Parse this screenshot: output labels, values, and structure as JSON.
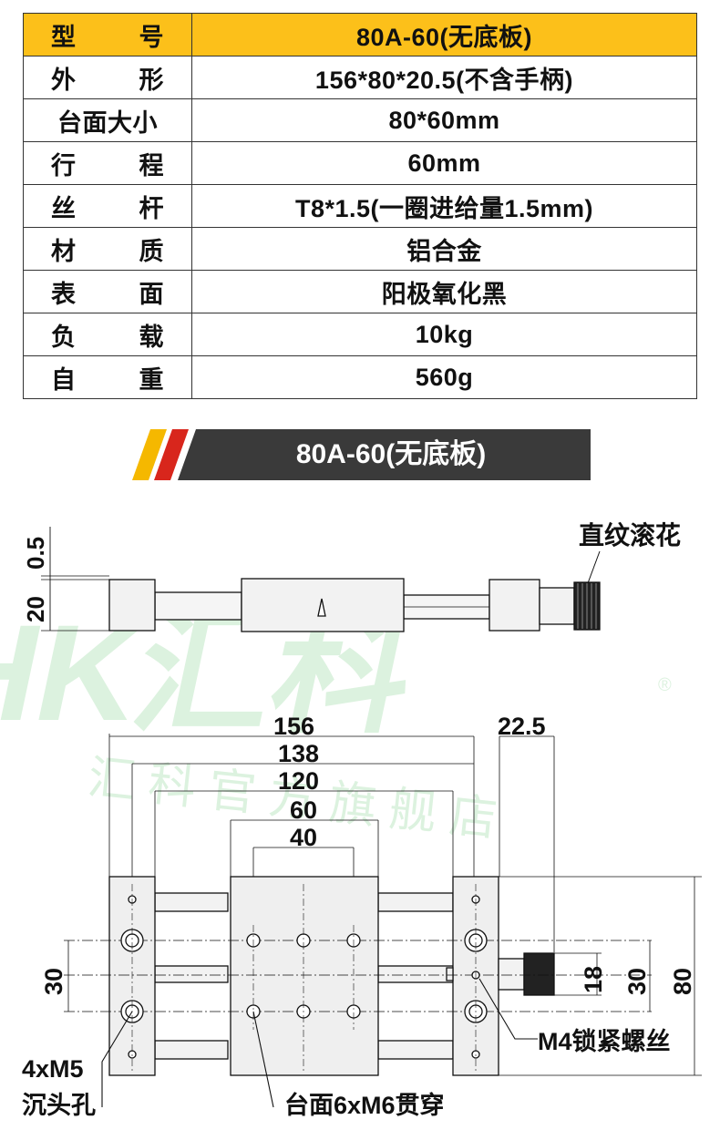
{
  "spec_table": {
    "header": {
      "label_chars": [
        "型",
        "号"
      ],
      "value": "80A-60(无底板)"
    },
    "rows": [
      {
        "label_chars": [
          "外",
          "形"
        ],
        "value": "156*80*20.5(不含手柄)"
      },
      {
        "label": "台面大小",
        "value": "80*60mm"
      },
      {
        "label_chars": [
          "行",
          "程"
        ],
        "value": "60mm"
      },
      {
        "label_chars": [
          "丝",
          "杆"
        ],
        "value": "T8*1.5(一圈进给量1.5mm)"
      },
      {
        "label_chars": [
          "材",
          "质"
        ],
        "value": "铝合金"
      },
      {
        "label_chars": [
          "表",
          "面"
        ],
        "value": "阳极氧化黑"
      },
      {
        "label_chars": [
          "负",
          "载"
        ],
        "value": "10kg"
      },
      {
        "label_chars": [
          "自",
          "重"
        ],
        "value": "560g"
      }
    ]
  },
  "banner": {
    "title": "80A-60(无底板)"
  },
  "watermark": {
    "brand": "HK汇科",
    "registered": "®",
    "store": "汇 科 官 方 旗 舰 店"
  },
  "drawing": {
    "side_view": {
      "dim_top": "0.5",
      "dim_height": "20",
      "knurl_label": "直纹滚花"
    },
    "top_view": {
      "dims_horizontal": [
        "156",
        "138",
        "120",
        "60",
        "40"
      ],
      "dim_handle": "22.5",
      "dims_vertical": {
        "left": "30",
        "handle_dia": "18",
        "right_inner": "30",
        "right_outer": "80"
      },
      "callouts": {
        "lock_screw": "M4锁紧螺丝",
        "countersink_line1": "4xM5",
        "countersink_line2": "沉头孔",
        "table_holes": "台面6xM6贯穿"
      }
    }
  },
  "colors": {
    "header_bg": "#fcc01a",
    "banner_bg": "#3a3a3a",
    "stripe_yellow": "#f5b800",
    "stripe_red": "#d8261c",
    "part_fill": "#efefef",
    "watermark": "#3cb44b"
  }
}
